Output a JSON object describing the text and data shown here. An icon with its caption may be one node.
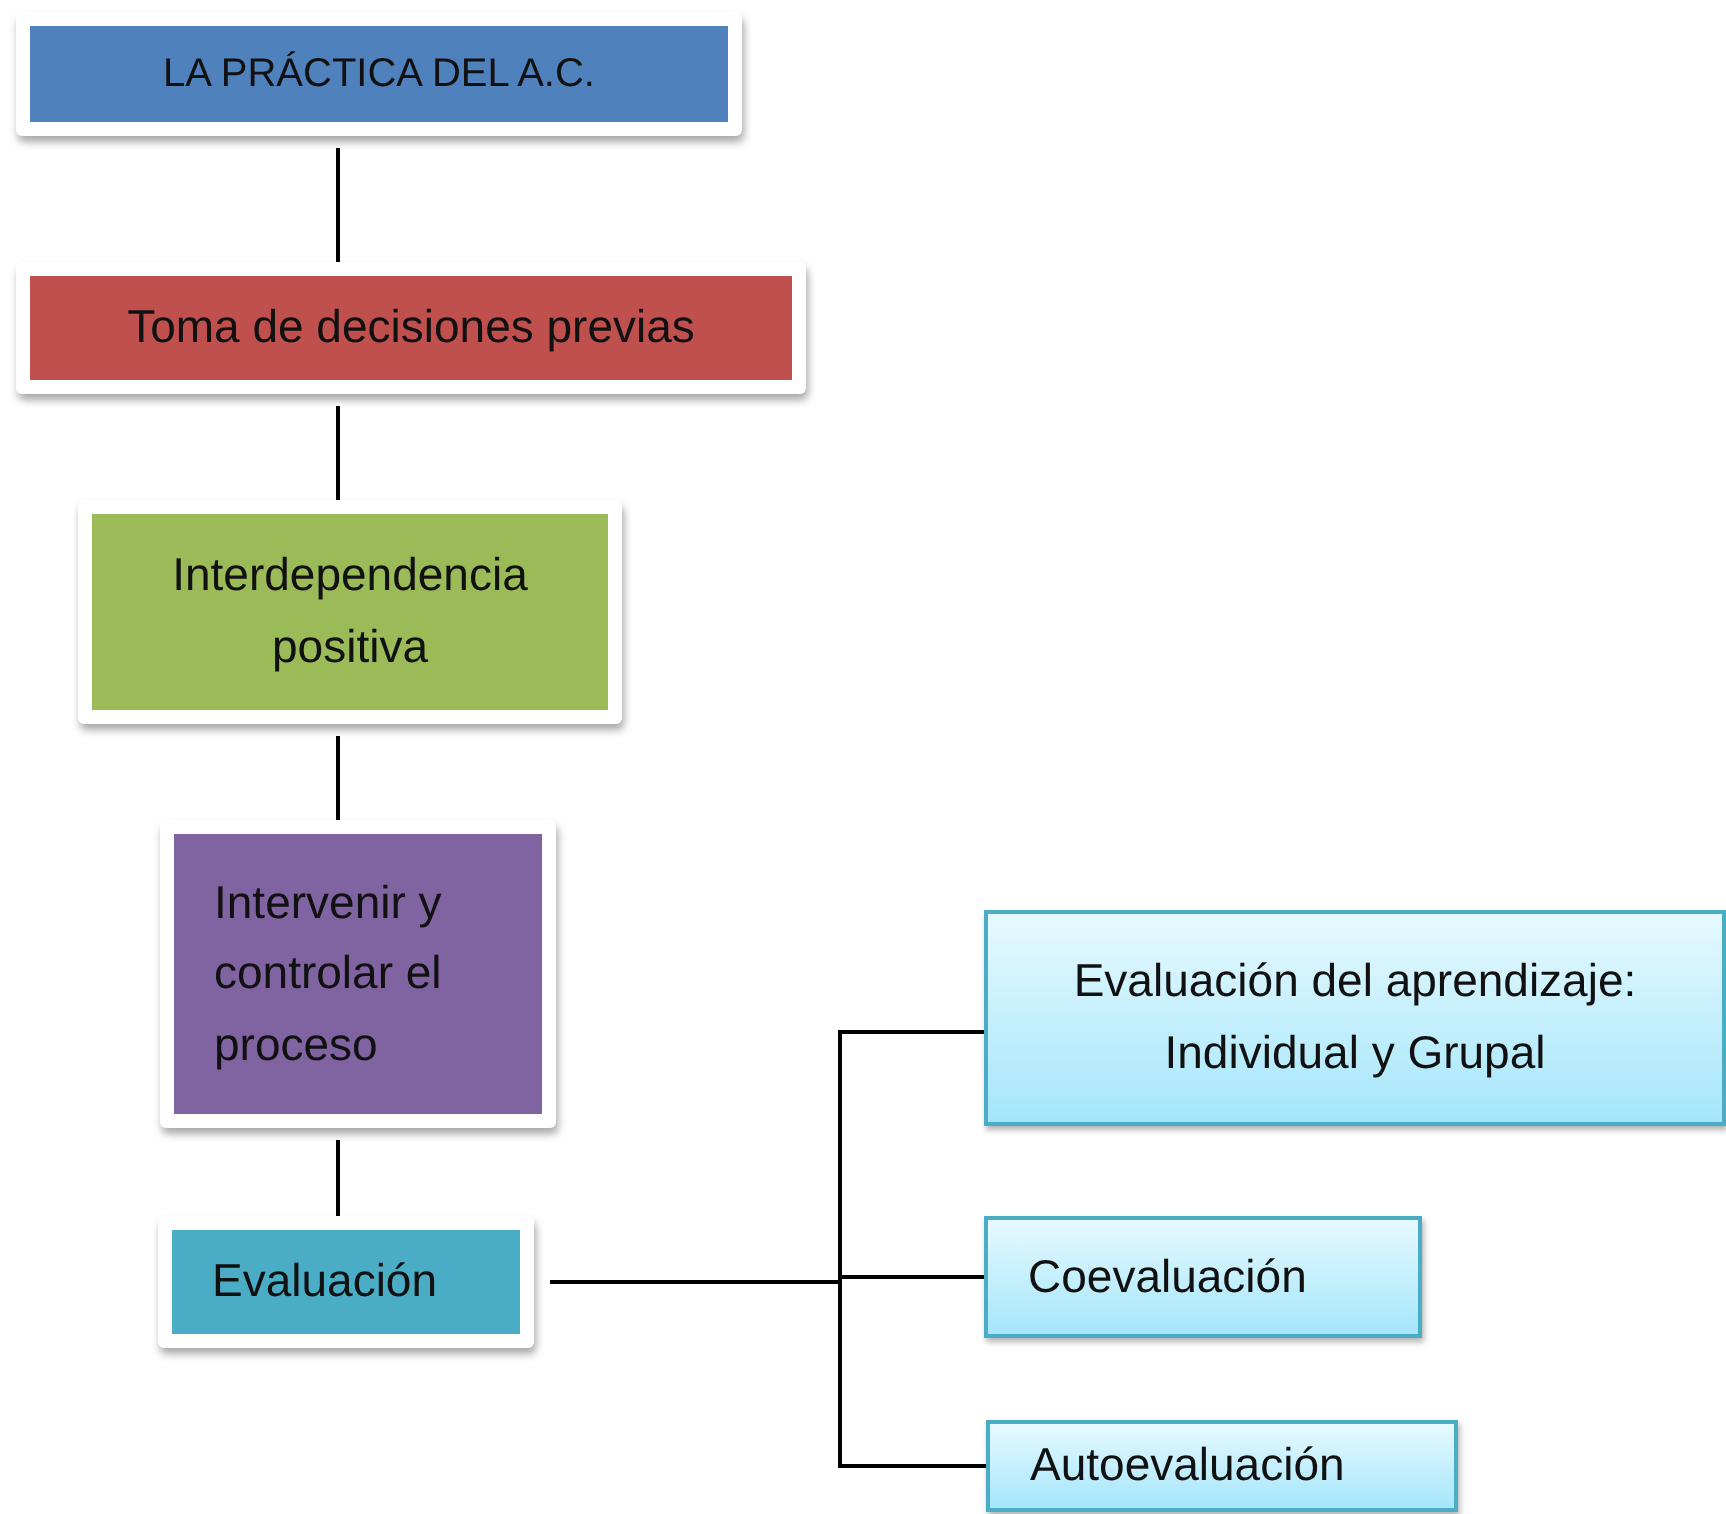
{
  "diagram": {
    "nodes": [
      {
        "text": [
          "LA PRÁCTICA DEL A.C."
        ]
      },
      {
        "text": [
          "Toma de decisiones previas"
        ]
      },
      {
        "text": [
          "Interdependencia positiva"
        ]
      },
      {
        "text": [
          "Intervenir y controlar el proceso"
        ]
      },
      {
        "text": [
          "Evaluación"
        ]
      },
      {
        "text": [
          "Evaluación del aprendizaje: Individual y Grupal"
        ]
      },
      {
        "text": [
          "Coevaluación"
        ]
      },
      {
        "text": [
          "Autoevaluación"
        ]
      }
    ],
    "edges": [
      {
        "from": 0,
        "to": 1,
        "arrow": "none"
      },
      {
        "from": 1,
        "to": 2,
        "arrow": "none"
      },
      {
        "from": 2,
        "to": 3,
        "arrow": "none"
      },
      {
        "from": 3,
        "to": 4,
        "arrow": "none"
      },
      {
        "from": 4,
        "to": 5,
        "arrow": "none"
      },
      {
        "from": 4,
        "to": 6,
        "arrow": "none"
      },
      {
        "from": 4,
        "to": 7,
        "arrow": "none"
      }
    ]
  }
}
